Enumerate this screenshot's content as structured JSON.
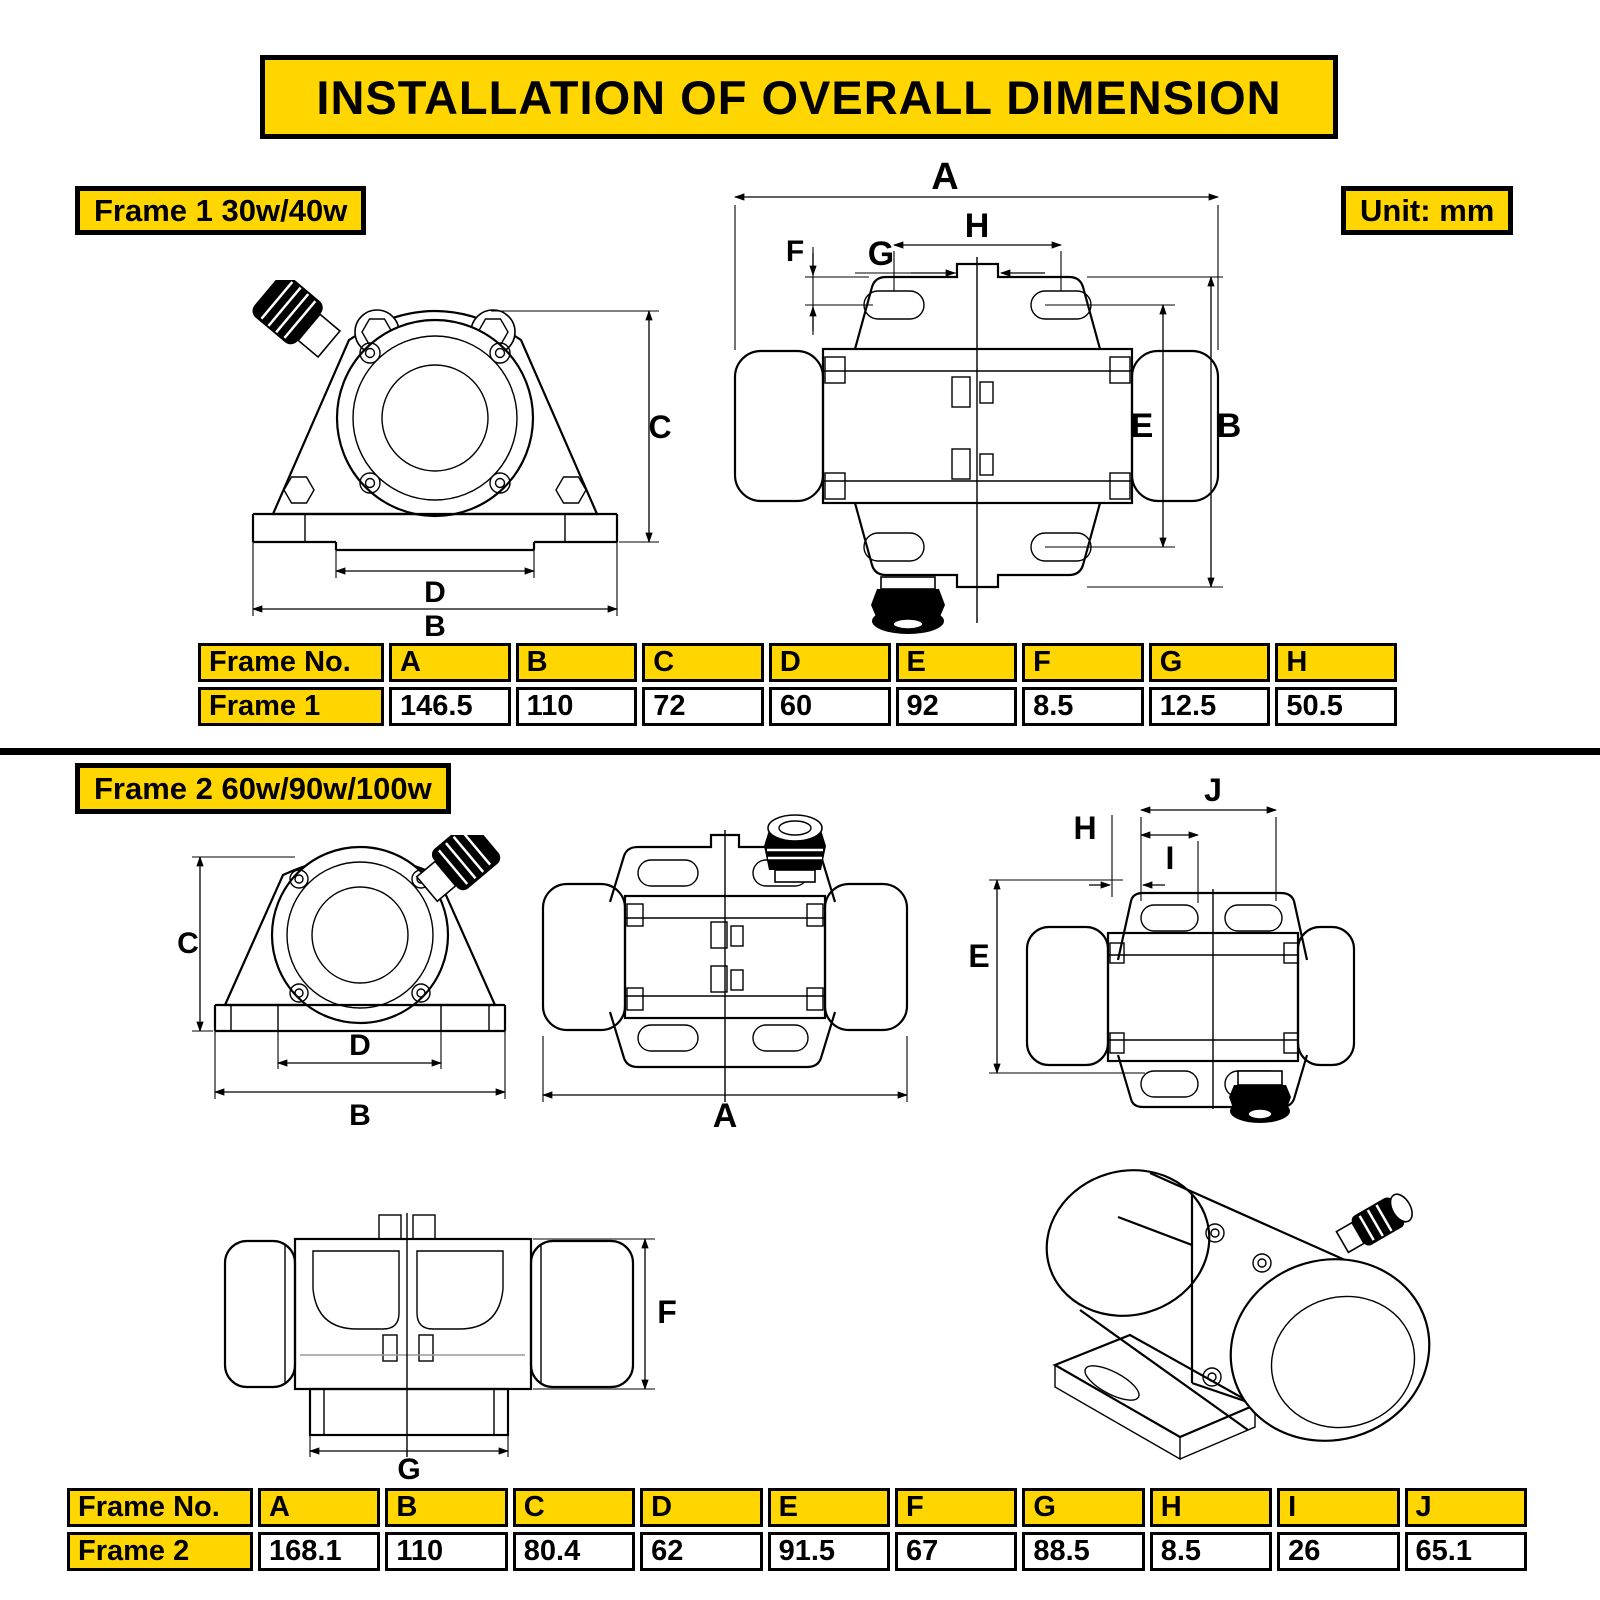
{
  "colors": {
    "accent_yellow": "#ffd600",
    "ink": "#000000"
  },
  "header": {
    "title": "INSTALLATION OF OVERALL DIMENSION"
  },
  "unit": {
    "label": "Unit: mm"
  },
  "dims": {
    "A": "A",
    "B": "B",
    "C": "C",
    "D": "D",
    "E": "E",
    "F": "F",
    "G": "G",
    "H": "H",
    "I": "I",
    "J": "J"
  },
  "frame1": {
    "label": "Frame 1 30w/40w",
    "table": {
      "headers": [
        "Frame No.",
        "A",
        "B",
        "C",
        "D",
        "E",
        "F",
        "G",
        "H"
      ],
      "row_label": "Frame 1",
      "values": [
        "146.5",
        "110",
        "72",
        "60",
        "92",
        "8.5",
        "12.5",
        "50.5"
      ]
    }
  },
  "frame2": {
    "label": "Frame 2 60w/90w/100w",
    "table": {
      "headers": [
        "Frame No.",
        "A",
        "B",
        "C",
        "D",
        "E",
        "F",
        "G",
        "H",
        "I",
        "J"
      ],
      "row_label": "Frame 2",
      "values": [
        "168.1",
        "110",
        "80.4",
        "62",
        "91.5",
        "67",
        "88.5",
        "8.5",
        "26",
        "65.1"
      ]
    }
  }
}
